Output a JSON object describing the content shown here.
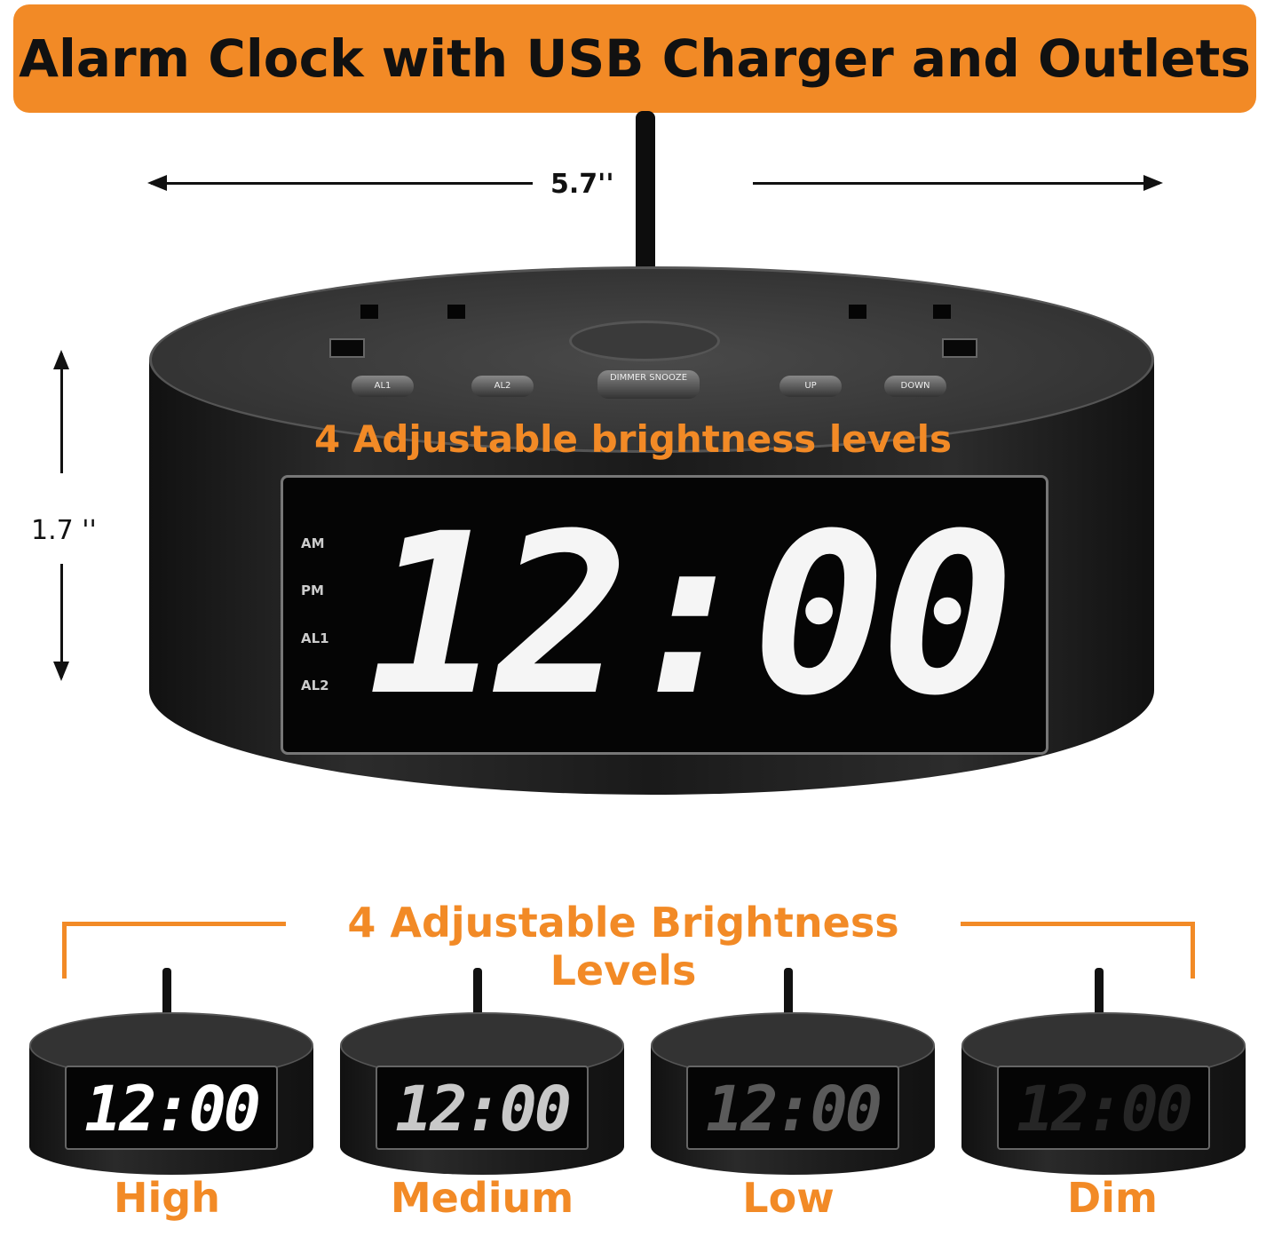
{
  "title": "Alarm Clock with USB Charger and Outlets",
  "dimensions": {
    "width": "5.7''",
    "height": "1.7 ''"
  },
  "buttons": [
    "AL1",
    "AL2",
    "DIMMER SNOOZE",
    "UP",
    "DOWN"
  ],
  "display": {
    "time": "12:00",
    "indicators": [
      "AM",
      "PM",
      "AL1",
      "AL2"
    ]
  },
  "overlay_text": "4 Adjustable brightness levels",
  "brightness": {
    "title": "4 Adjustable Brightness Levels",
    "levels": [
      {
        "label": "High",
        "color": "#ffffff"
      },
      {
        "label": "Medium",
        "color": "#c8c8c8"
      },
      {
        "label": "Low",
        "color": "#5a5a5a"
      },
      {
        "label": "Dim",
        "color": "#262626"
      }
    ]
  },
  "colors": {
    "accent": "#f28a26"
  }
}
